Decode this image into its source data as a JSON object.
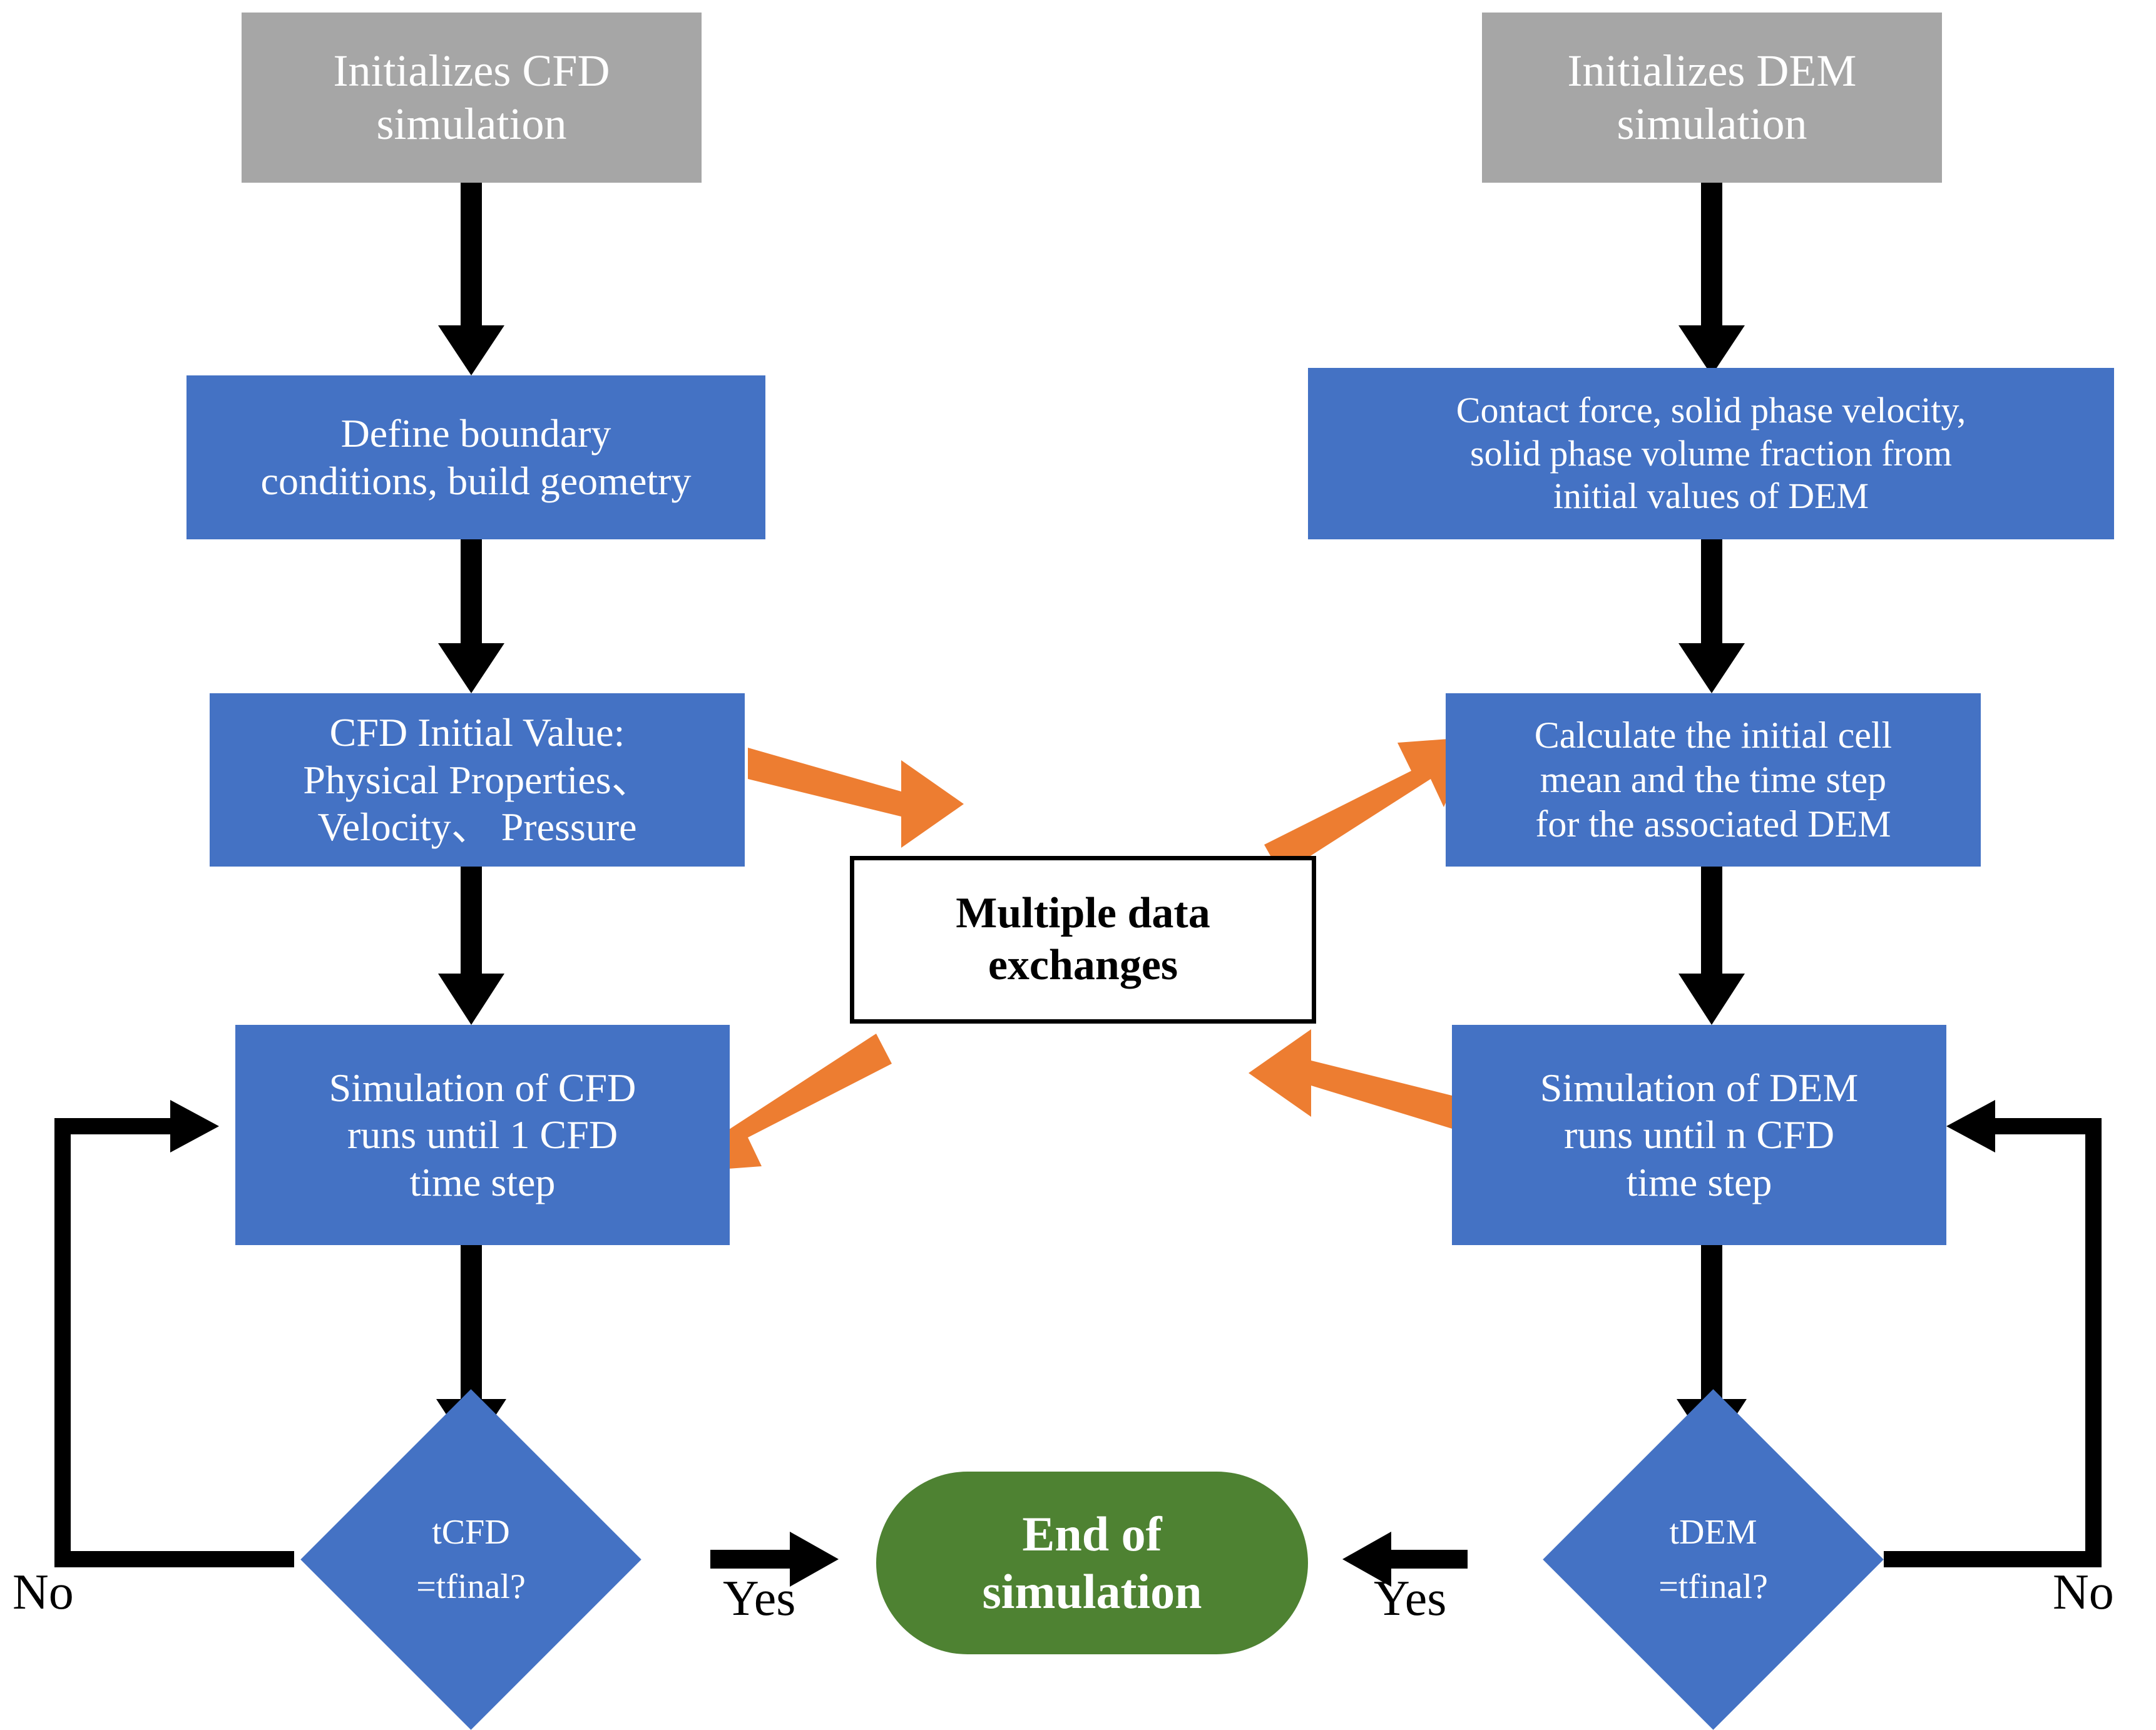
{
  "diagram": {
    "title": "CFD-DEM coupling simulation flowchart",
    "colors": {
      "gray": "#A6A6A6",
      "blue": "#4472C4",
      "green": "#4E8232",
      "orange": "#ED7D31",
      "black": "#000000",
      "white": "#FFFFFF"
    }
  },
  "nodes": {
    "init_cfd": "Initializes CFD\nsimulation",
    "init_dem": "Initializes DEM\nsimulation",
    "define_bc": "Define boundary\nconditions, build geometry",
    "contact_force": "Contact force, solid phase velocity,\nsolid phase volume fraction from\ninitial values of DEM",
    "cfd_initial_value": "CFD Initial Value:\nPhysical Properties、\nVelocity、 Pressure",
    "calc_initial_cell": "Calculate the initial cell\nmean and the time step\nfor the associated DEM",
    "multiple_data_exchanges": "Multiple data\nexchanges",
    "sim_cfd": "Simulation of CFD\nruns until 1 CFD\ntime step",
    "sim_dem": "Simulation of DEM\nruns until n CFD\ntime step",
    "decision_cfd": "tCFD\n=tfinal?",
    "decision_dem": "tDEM\n=tfinal?",
    "end_of_simulation": "End of\nsimulation"
  },
  "edge_labels": {
    "no_left": "No",
    "yes_left": "Yes",
    "yes_right": "Yes",
    "no_right": "No"
  },
  "icons": {
    "arrow_down": "down-arrow-icon",
    "arrow_orange": "orange-exchange-arrow-icon",
    "arrow_loop": "loop-back-arrow-icon"
  }
}
